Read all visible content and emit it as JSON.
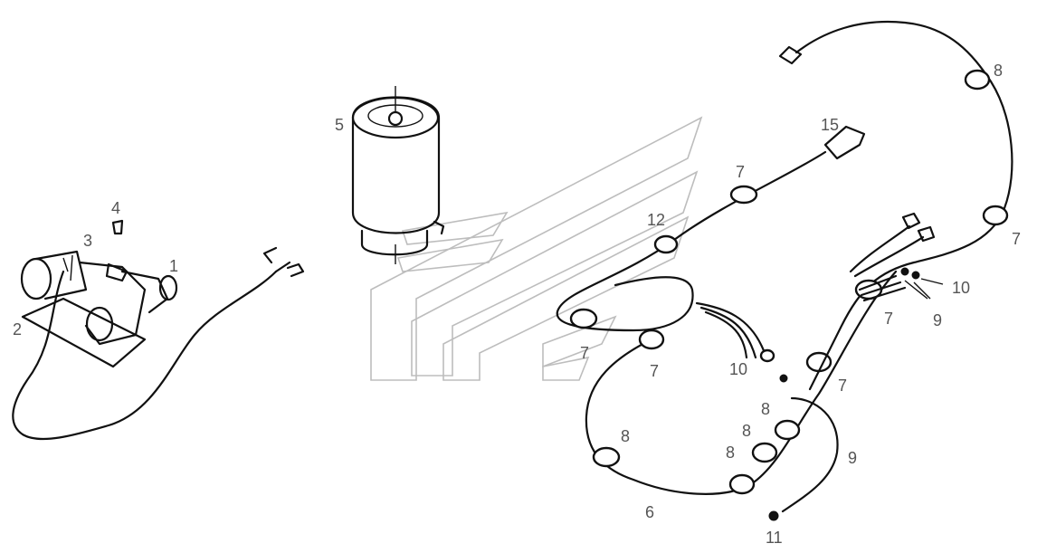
{
  "diagram": {
    "callouts": {
      "c1": "1",
      "c2": "2",
      "c3": "3",
      "c4": "4",
      "c5": "5",
      "c6": "6",
      "c7a": "7",
      "c7b": "7",
      "c7c": "7",
      "c7d": "7",
      "c7e": "7",
      "c7f": "7",
      "c8a": "8",
      "c8b": "8",
      "c8c": "8",
      "c8d": "8",
      "c8e": "8",
      "c9a": "9",
      "c9b": "9",
      "c10a": "10",
      "c10b": "10",
      "c11": "11",
      "c12": "12",
      "c15": "15"
    },
    "colors": {
      "line": "#111111",
      "callout": "#555555",
      "watermark": "#bdbdbd"
    }
  }
}
